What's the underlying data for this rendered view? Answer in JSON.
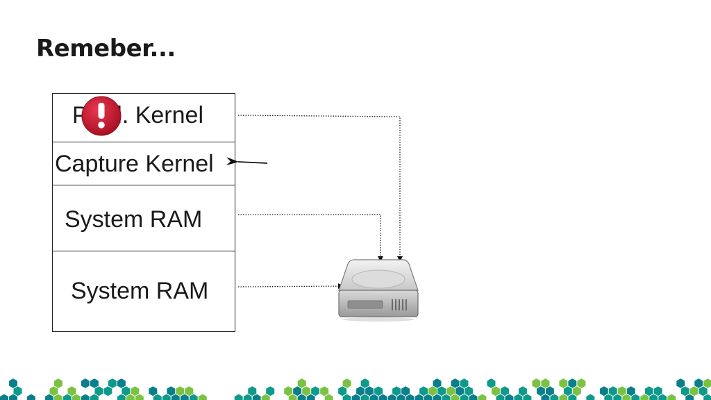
{
  "slide": {
    "title": "Remeber..."
  },
  "memory_stack": {
    "segments": [
      {
        "label": "Prod. Kernel"
      },
      {
        "label": "Capture Kernel"
      },
      {
        "label": "System RAM"
      },
      {
        "label": "System RAM"
      }
    ]
  },
  "icons": {
    "warning": "exclamation-warning-icon",
    "disk": "hard-drive-icon"
  },
  "colors": {
    "warning_red": "#c8102e",
    "hex_teal": "#0e9a8a",
    "hex_green": "#7cc242",
    "hex_dark": "#0a7f8a"
  }
}
